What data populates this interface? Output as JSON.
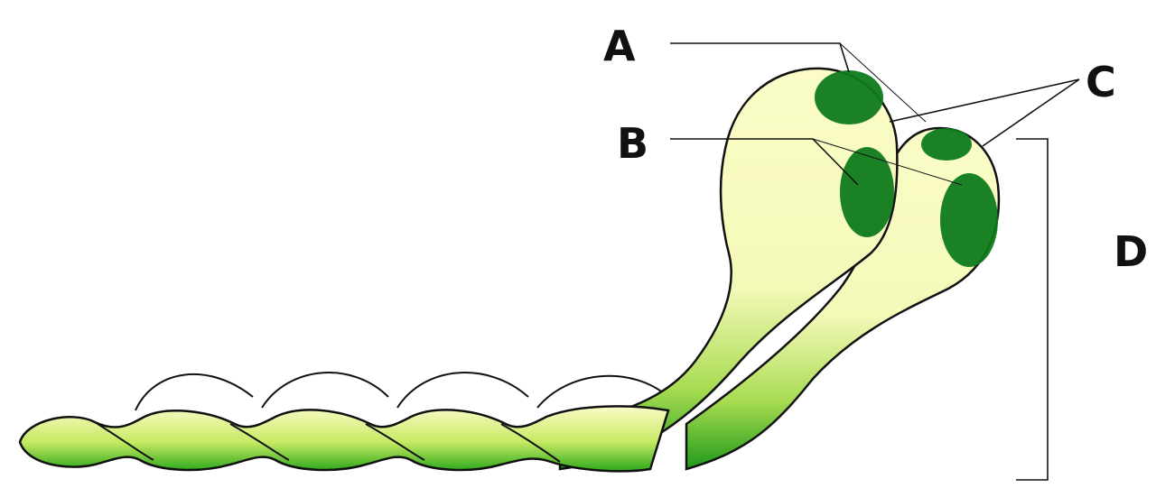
{
  "labels": {
    "a": "A",
    "b": "B",
    "c": "C",
    "d": "D"
  },
  "colors": {
    "dark_green": "#0e7a1b",
    "mid_green": "#2aa81a",
    "light_green": "#8fd44a",
    "pale_yellow": "#fbfcc8",
    "outline": "#111111"
  }
}
